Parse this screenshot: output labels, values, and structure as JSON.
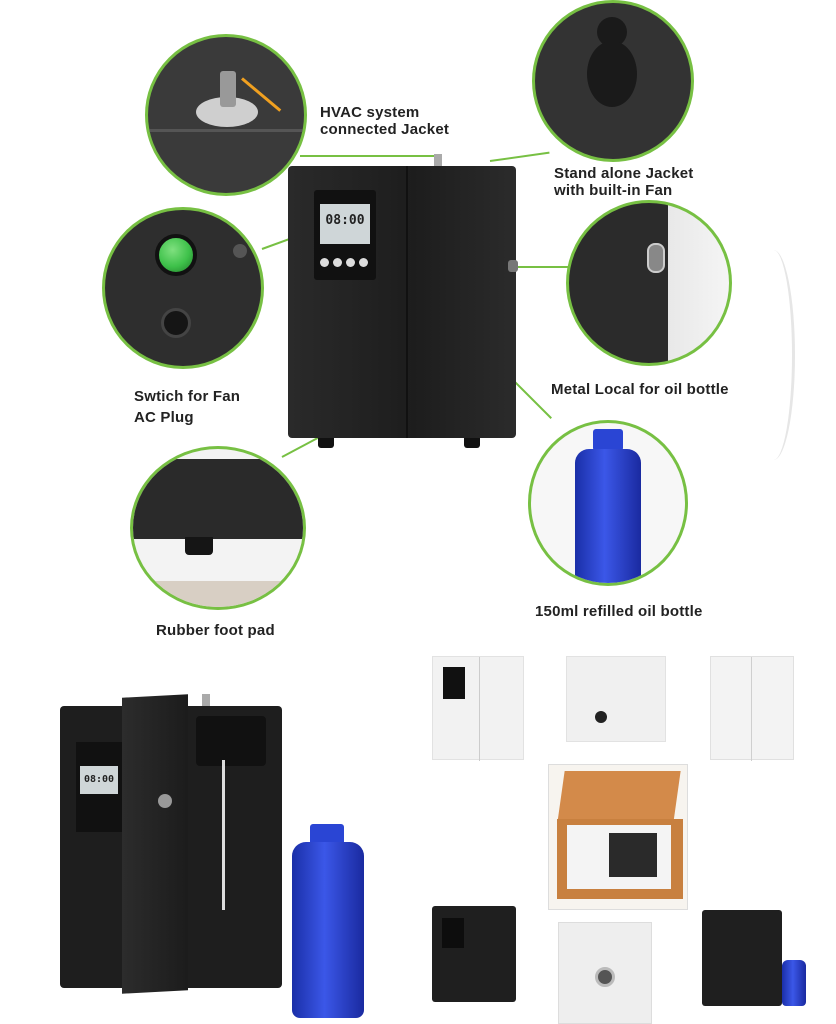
{
  "labels": {
    "hvac": [
      "HVAC system",
      "connected Jacket"
    ],
    "standalone": [
      "Stand alone Jacket",
      "with built-in Fan"
    ],
    "switch": [
      "Swtich for Fan",
      "AC Plug"
    ],
    "metal_local": "Metal Local for oil bottle",
    "rubber_foot": "Rubber foot pad",
    "oil_bottle": "150ml refilled oil bottle"
  },
  "display": {
    "time": "08:00"
  },
  "colors": {
    "accent_ring": "#77c043",
    "device_body": "#1f1f1f",
    "bottle_blue": "#2a45d4",
    "switch_green": "#3ec14a",
    "white_unit": "#f2f2f2"
  }
}
